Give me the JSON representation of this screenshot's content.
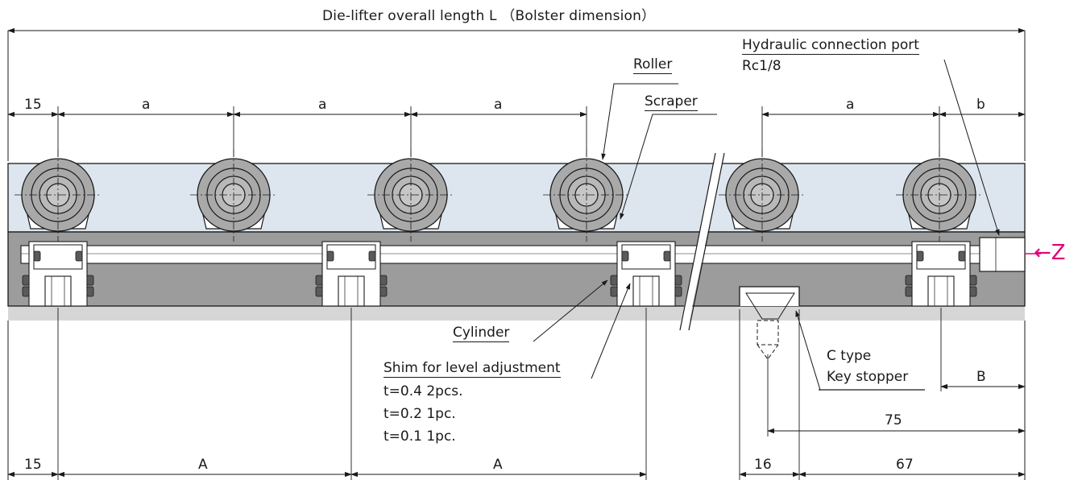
{
  "title": "Die-lifter overall length L （Bolster dimension）",
  "labels": {
    "hydraulic_port": "Hydraulic connection port",
    "hydraulic_port_spec": "Rc1/8",
    "roller": "Roller",
    "scraper": "Scraper",
    "cylinder": "Cylinder",
    "shim": "Shim for level adjustment",
    "shim_1": "t=0.4  2pcs.",
    "shim_2": "t=0.2  1pc.",
    "shim_3": "t=0.1  1pc.",
    "c_type": "C type",
    "key_stopper": "Key stopper",
    "z_view": "←Z"
  },
  "dims_top": {
    "d15": "15",
    "a1": "a",
    "a2": "a",
    "a3": "a",
    "a4": "a",
    "b": "b"
  },
  "dims_bottom": {
    "d15": "15",
    "A1": "A",
    "A2": "A",
    "d16": "16",
    "d67": "67",
    "d75": "75",
    "B": "B"
  },
  "colors": {
    "roller_band": "#dde6ee",
    "body": "#9a9a9a",
    "base": "#d4d4d4",
    "roller": "#a9a9a9",
    "accent": "#e0007a",
    "line": "#1a1a1a"
  }
}
